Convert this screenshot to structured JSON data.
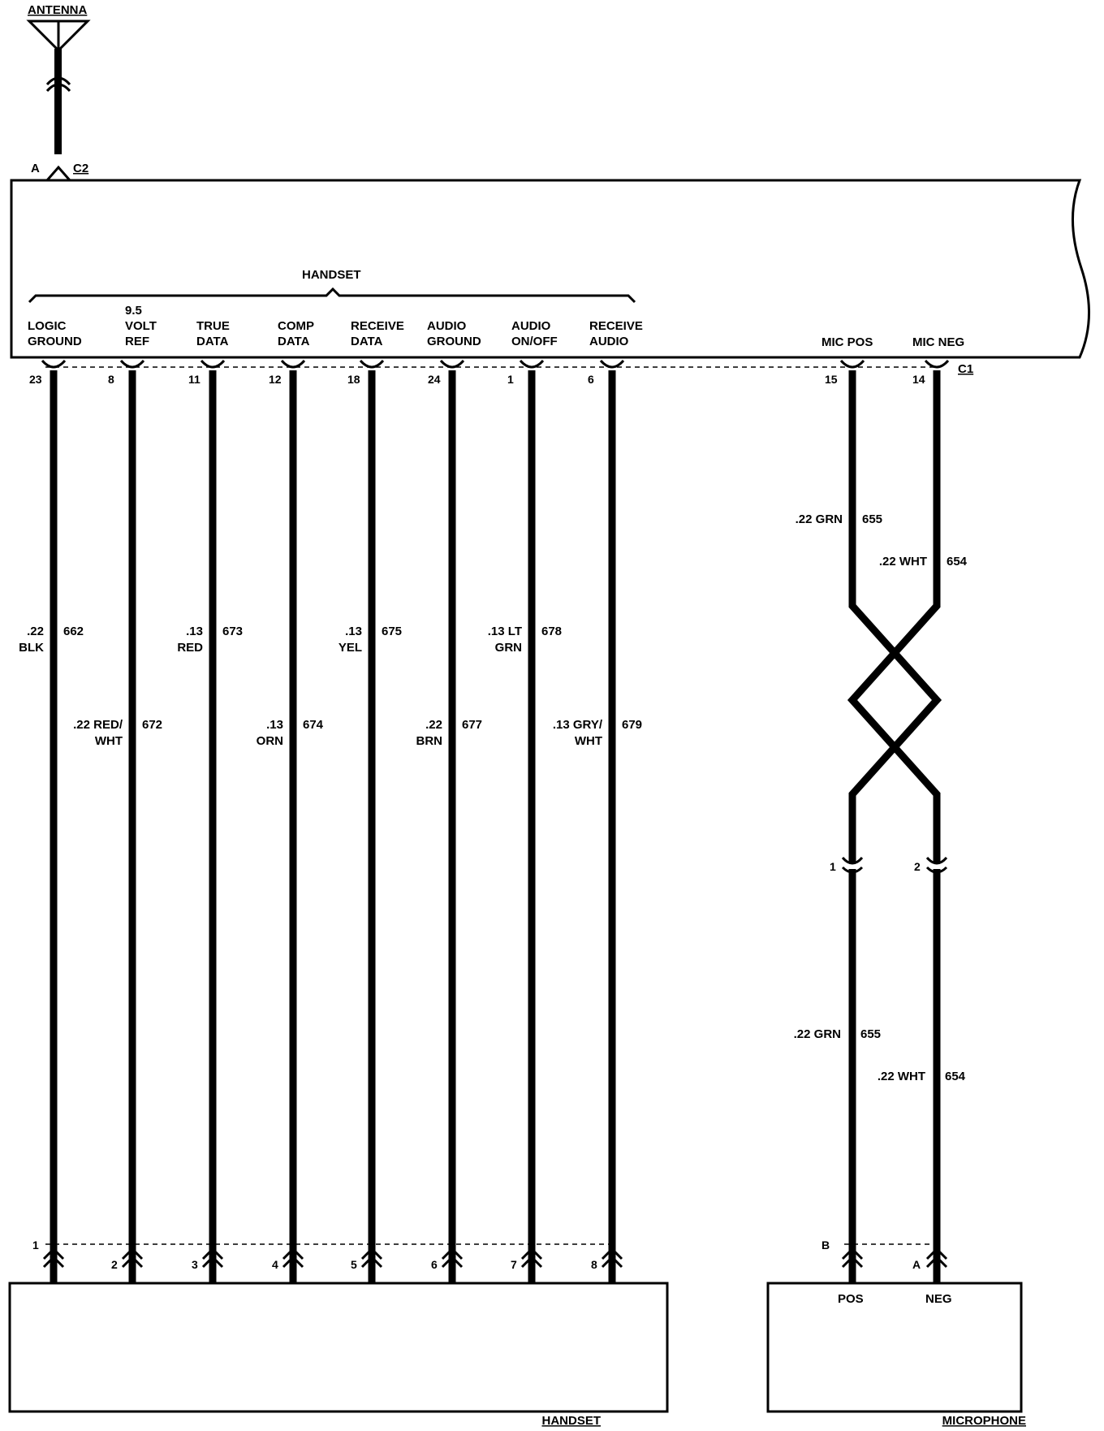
{
  "antenna": {
    "label": "ANTENNA",
    "connector": "C2",
    "pin": "A"
  },
  "module": {
    "handset_group_label": "HANDSET",
    "connector": "C1",
    "circuits": [
      {
        "lines": [
          "LOGIC",
          "GROUND"
        ],
        "pin": "23",
        "gauge": [
          ".22",
          "BLK"
        ],
        "circuit": "662",
        "end_pin": "1"
      },
      {
        "lines": [
          "9.5",
          "VOLT",
          "REF"
        ],
        "pin": "8",
        "gauge": [
          ".22 RED/",
          "WHT"
        ],
        "circuit": "672",
        "end_pin": "2"
      },
      {
        "lines": [
          "TRUE",
          "DATA"
        ],
        "pin": "11",
        "gauge": [
          ".13",
          "RED"
        ],
        "circuit": "673",
        "end_pin": "3"
      },
      {
        "lines": [
          "COMP",
          "DATA"
        ],
        "pin": "12",
        "gauge": [
          ".13",
          "ORN"
        ],
        "circuit": "674",
        "end_pin": "4"
      },
      {
        "lines": [
          "RECEIVE",
          "DATA"
        ],
        "pin": "18",
        "gauge": [
          ".13",
          "YEL"
        ],
        "circuit": "675",
        "end_pin": "5"
      },
      {
        "lines": [
          "AUDIO",
          "GROUND"
        ],
        "pin": "24",
        "gauge": [
          ".22",
          "BRN"
        ],
        "circuit": "677",
        "end_pin": "6"
      },
      {
        "lines": [
          "AUDIO",
          "ON/OFF"
        ],
        "pin": "1",
        "gauge": [
          ".13 LT",
          "GRN"
        ],
        "circuit": "678",
        "end_pin": "7"
      },
      {
        "lines": [
          "RECEIVE",
          "AUDIO"
        ],
        "pin": "6",
        "gauge": [
          ".13 GRY/",
          "WHT"
        ],
        "circuit": "679",
        "end_pin": "8"
      }
    ],
    "mic_circuits": [
      {
        "label": "MIC POS",
        "pin": "15",
        "gauge": ".22 GRN",
        "circuit": "655",
        "inline_pin": "1",
        "end_pin": "B",
        "end_label": "POS"
      },
      {
        "label": "MIC NEG",
        "pin": "14",
        "gauge": ".22 WHT",
        "circuit": "654",
        "inline_pin": "2",
        "end_pin": "A",
        "end_label": "NEG"
      }
    ]
  },
  "components": {
    "handset": "HANDSET",
    "microphone": "MICROPHONE"
  }
}
